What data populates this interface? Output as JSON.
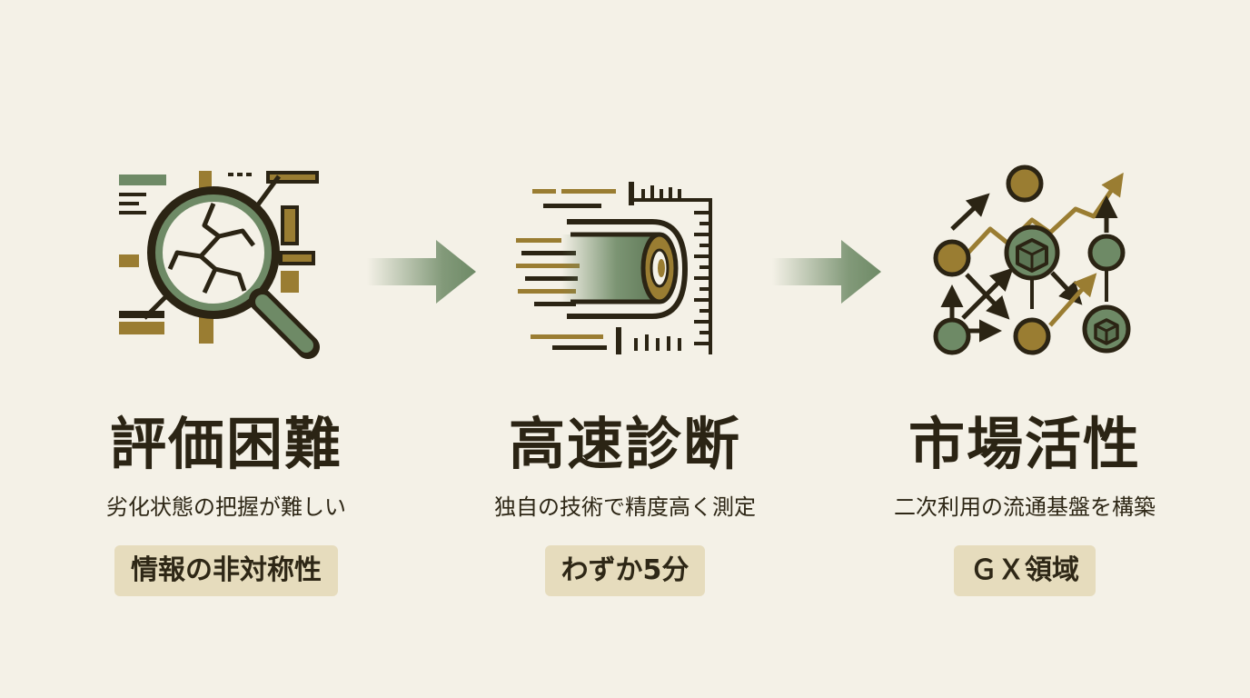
{
  "steps": [
    {
      "title": "評価困難",
      "subtitle": "劣化状態の把握が難しい",
      "badge": "情報の非対称性",
      "icon": "magnifier-crack-icon"
    },
    {
      "title": "高速診断",
      "subtitle": "独自の技術で精度高く測定",
      "badge": "わずか5分",
      "icon": "battery-speed-measure-icon"
    },
    {
      "title": "市場活性",
      "subtitle": "二次利用の流通基盤を構築",
      "badge": "ＧＸ領域",
      "icon": "network-growth-icon"
    }
  ],
  "colors": {
    "background": "#f4f1e7",
    "green": "#6e8a66",
    "gold": "#9a7d32",
    "dark": "#2b2414",
    "badge": "#e6dcbd"
  }
}
